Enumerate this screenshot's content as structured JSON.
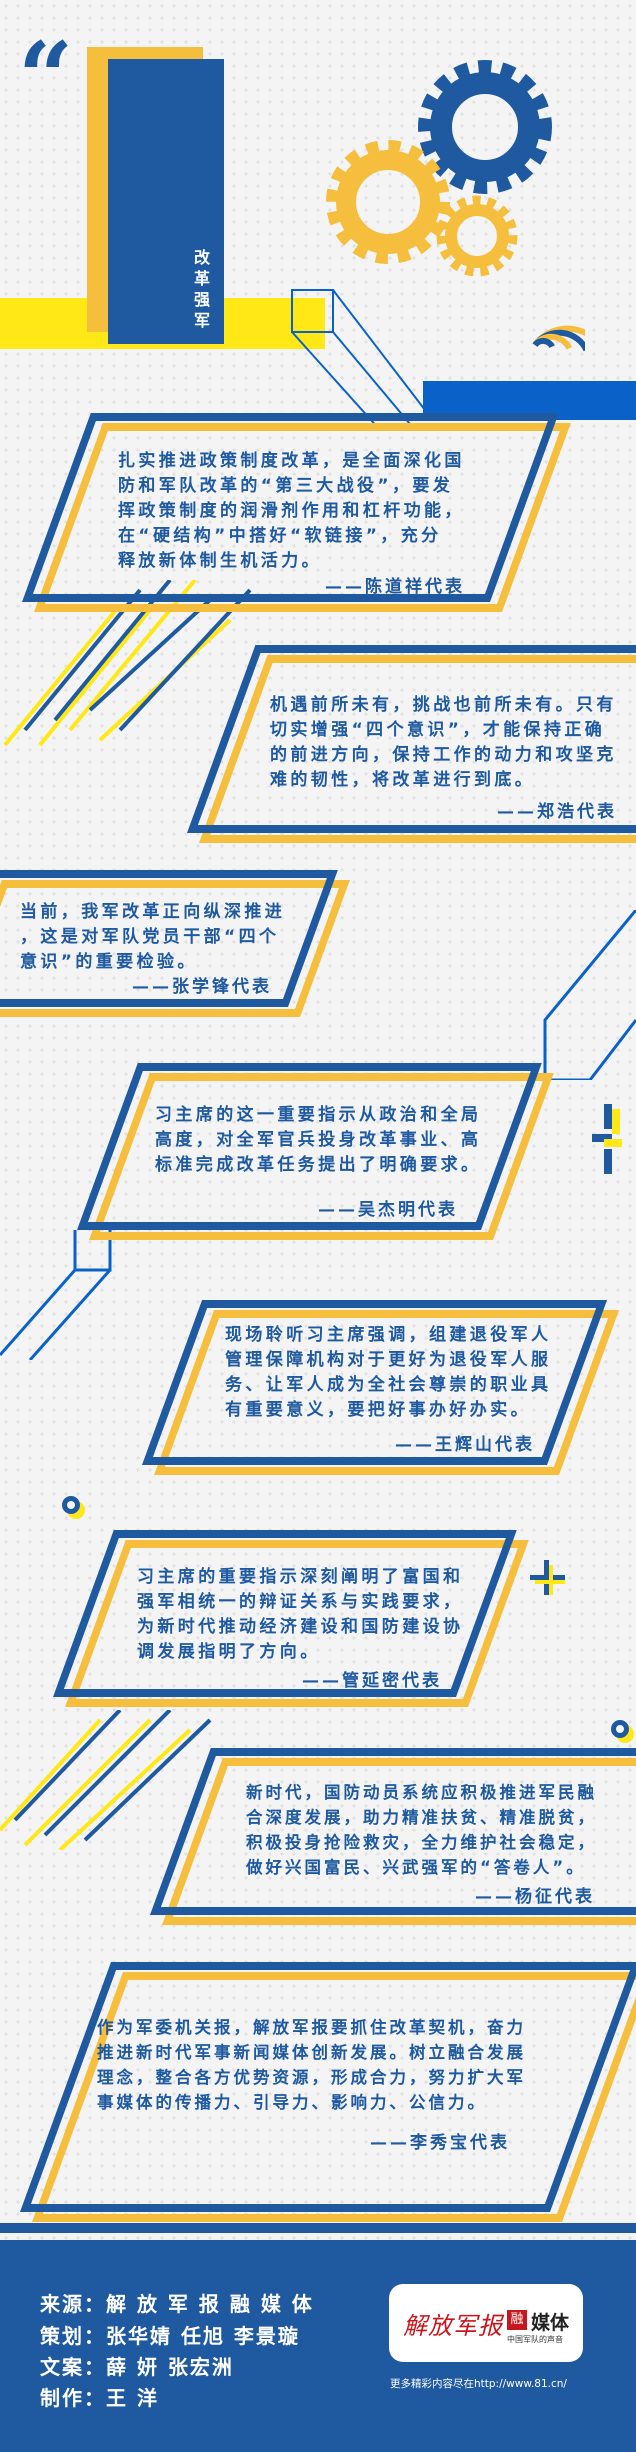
{
  "header": {
    "title": "改革强军",
    "colors": {
      "blue": "#1f5aa0",
      "yellow": "#f5be3c",
      "bright_yellow": "#ffe816",
      "accent_blue": "#0a62c9"
    }
  },
  "quotes": [
    {
      "lines": [
        "扎实推进政策制度改革，是全面深化国",
        "防和军队改革的“第三大战役”，要发",
        "挥政策制度的润滑剂作用和杠杆功能，",
        "在“硬结构”中搭好“软链接”，充分",
        "释放新体制生机活力。"
      ],
      "author": "——陈道祥代表"
    },
    {
      "lines": [
        "机遇前所未有，挑战也前所未有。只有",
        "切实增强“四个意识”，才能保持正确",
        "的前进方向，保持工作的动力和攻坚克",
        "难的韧性，将改革进行到底。"
      ],
      "author": "——郑浩代表"
    },
    {
      "lines": [
        "当前，我军改革正向纵深推进",
        "，这是对军队党员干部“四个",
        "意识”的重要检验。"
      ],
      "author": "——张学锋代表"
    },
    {
      "lines": [
        "习主席的这一重要指示从政治和全局",
        "高度，对全军官兵投身改革事业、高",
        "标准完成改革任务提出了明确要求。"
      ],
      "author": "——吴杰明代表"
    },
    {
      "lines": [
        "现场聆听习主席强调，组建退役军人",
        "管理保障机构对于更好为退役军人服",
        "务、让军人成为全社会尊崇的职业具",
        "有重要意义，要把好事办好办实。"
      ],
      "author": "——王辉山代表"
    },
    {
      "lines": [
        "习主席的重要指示深刻阐明了富国和",
        "强军相统一的辩证关系与实践要求，",
        "为新时代推动经济建设和国防建设协",
        "调发展指明了方向。"
      ],
      "author": "——管延密代表"
    },
    {
      "lines": [
        "新时代，国防动员系统应积极推进军民融",
        "合深度发展，助力精准扶贫、精准脱贫，",
        "积极投身抢险救灾，全力维护社会稳定，",
        "做好兴国富民、兴武强军的“答卷人”。"
      ],
      "author": "——杨征代表"
    },
    {
      "lines": [
        "作为军委机关报，解放军报要抓住改革契机，奋力",
        "推进新时代军事新闻媒体创新发展。树立融合发展",
        "理念，整合各方优势资源，形成合力，努力扩大军",
        "事媒体的传播力、引导力、影响力、公信力。"
      ],
      "author": "——李秀宝代表"
    }
  ],
  "footer": {
    "credits": [
      "来源：解 放 军 报 融 媒 体",
      "策划：张华婧  任旭  李景璇",
      "文案：薛  妍  张宏洲",
      "制作：王  洋"
    ],
    "logo": {
      "name": "解放军报",
      "badge": "融",
      "suffix": "媒体",
      "slogan": "中国军队的声音"
    },
    "more": "更多精彩内容尽在http://www.81.cn/"
  }
}
